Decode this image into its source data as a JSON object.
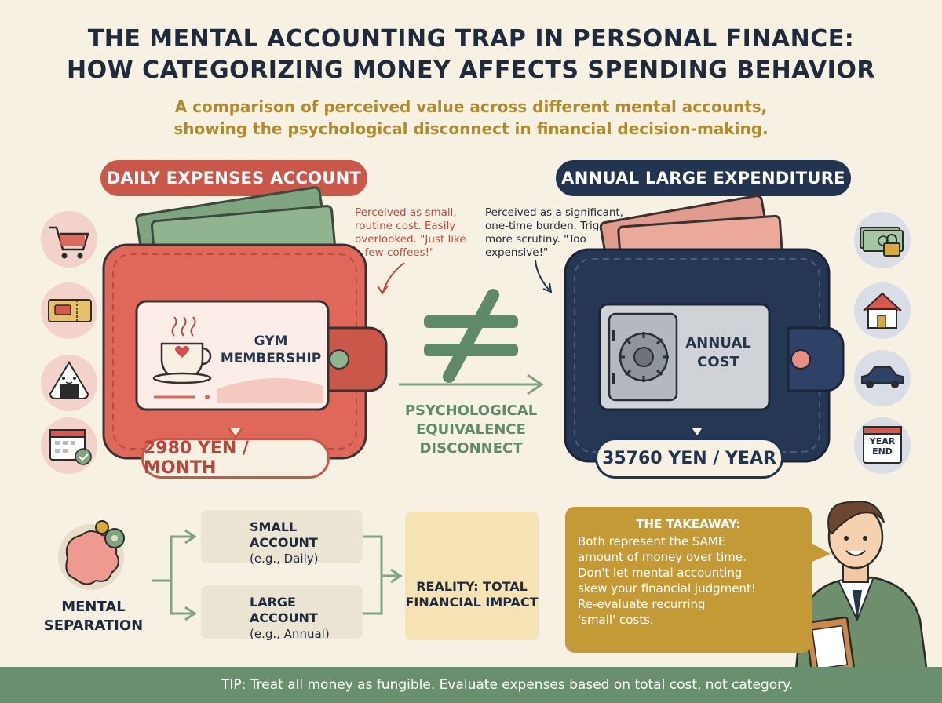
{
  "header": {
    "title_line1": "THE MENTAL ACCOUNTING TRAP IN PERSONAL FINANCE:",
    "title_line2": "HOW CATEGORIZING MONEY AFFECTS SPENDING BEHAVIOR",
    "subtitle_line1": "A comparison of perceived value across different mental accounts,",
    "subtitle_line2": "showing the psychological disconnect in financial decision-making."
  },
  "daily": {
    "pill": "DAILY EXPENSES ACCOUNT",
    "note": "Perceived as small, routine cost. Easily overlooked. \"Just like a few coffees!\"",
    "card_label": "GYM MEMBERSHIP",
    "amount": "2980 YEN / MONTH",
    "side_icons": [
      "shopping-cart-icon",
      "ticket-icon",
      "rice-ball-icon",
      "calendar-check-icon"
    ]
  },
  "annual": {
    "pill": "ANNUAL LARGE EXPENDITURE",
    "note": "Perceived as a significant, one-time burden. Triggers more scrutiny. \"Too expensive!\"",
    "card_label": "ANNUAL COST",
    "amount": "35760 YEN / YEAR",
    "side_icons": [
      "money-lock-icon",
      "house-icon",
      "car-icon",
      "year-end-calendar-icon"
    ],
    "calendar_text": "YEAR END"
  },
  "middle": {
    "disconnect_label": "PSYCHOLOGICAL EQUIVALENCE DISCONNECT"
  },
  "bottom": {
    "mental_label": "MENTAL SEPARATION",
    "small_title": "SMALL ACCOUNT",
    "small_sub": "(e.g., Daily)",
    "large_title": "LARGE ACCOUNT",
    "large_sub": "(e.g., Annual)",
    "reality": "REALITY: TOTAL FINANCIAL IMPACT",
    "takeaway_title": "THE TAKEAWAY:",
    "takeaway_lines": [
      "Both represent the SAME",
      "amount of money over time.",
      "Don't let mental accounting",
      "skew your financial judgment!",
      "Re-evaluate recurring",
      "'small' costs."
    ]
  },
  "footer": {
    "tip": "TIP: Treat all money as fungible. Evaluate expenses based on total cost, not category."
  },
  "colors": {
    "background": "#f7f1e3",
    "daily_red": "#c9574a",
    "annual_navy": "#22344f",
    "green_accent": "#6a8f6f",
    "gold": "#c49a36"
  }
}
